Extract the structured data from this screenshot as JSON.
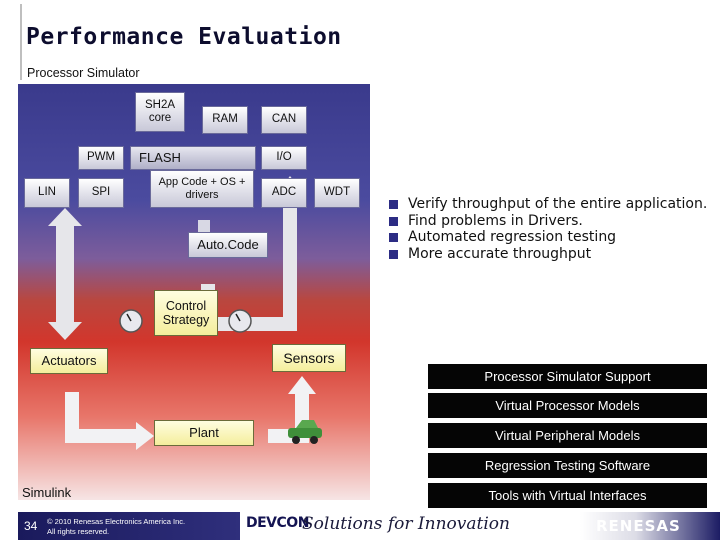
{
  "slide": {
    "title": "Performance Evaluation",
    "subtitle": "Processor Simulator",
    "page_number": "34"
  },
  "diagram": {
    "sh2a": "SH2A core",
    "ram": "RAM",
    "can": "CAN",
    "pwm": "PWM",
    "flash": "FLASH",
    "io": "I/O",
    "lin": "LIN",
    "spi": "SPI",
    "app_code": "App Code + OS + drivers",
    "adc": "ADC",
    "wdt": "WDT",
    "auto_code": "Auto.Code",
    "control_strategy": "Control Strategy",
    "actuators": "Actuators",
    "sensors": "Sensors",
    "plant": "Plant",
    "simulink": "Simulink"
  },
  "bullets": [
    "Verify throughput of the entire application.",
    "Find problems in Drivers.",
    "Automated regression testing",
    "More accurate throughput"
  ],
  "support_boxes": [
    "Processor Simulator Support",
    "Virtual Processor Models",
    "Virtual Peripheral Models",
    "Regression Testing Software",
    "Tools with Virtual Interfaces"
  ],
  "footer": {
    "copyright_line1": "© 2010 Renesas Electronics America Inc.",
    "copyright_line2": "All rights reserved.",
    "devcon": "DEVCON",
    "tagline": "Solutions for Innovation",
    "brand": "RENESAS"
  },
  "colors": {
    "accent_navy": "#2c2c84",
    "diagram_top": "#3a3a8c",
    "diagram_red": "#d2362c",
    "yellow_box": "#f4ee9c"
  }
}
